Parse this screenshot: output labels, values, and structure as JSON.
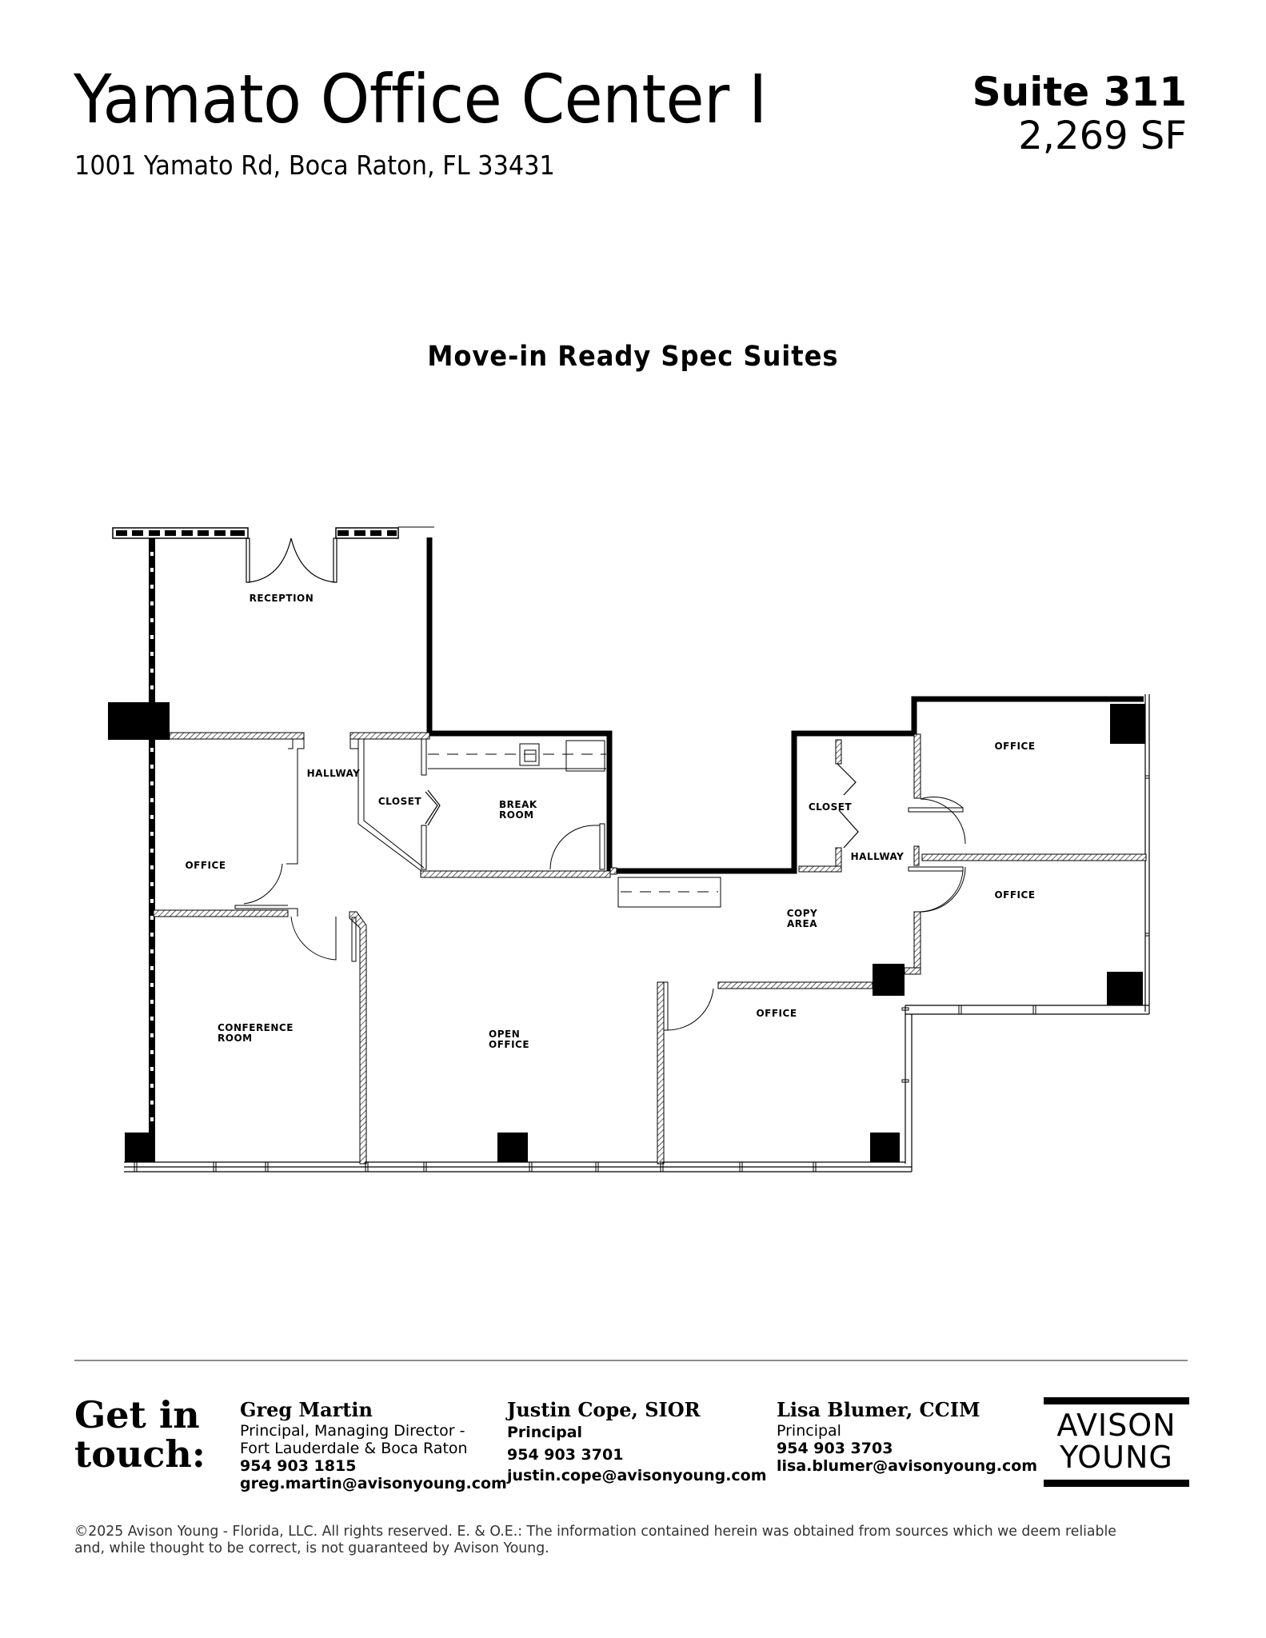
{
  "header": {
    "title": "Yamato Office Center I",
    "address": "1001 Yamato Rd, Boca Raton, FL 33431",
    "suite": "Suite 311",
    "area": "2,269 SF"
  },
  "headline": "Move-in Ready Spec Suites",
  "floor_plan": {
    "rooms": [
      {
        "label": "RECEPTION"
      },
      {
        "label": "HALLWAY"
      },
      {
        "label": "CLOSET"
      },
      {
        "label": "BREAK",
        "label2": "ROOM"
      },
      {
        "label": "OFFICE"
      },
      {
        "label": "CONFERENCE",
        "label2": "ROOM"
      },
      {
        "label": "OPEN",
        "label2": "OFFICE"
      },
      {
        "label": "CLOSET"
      },
      {
        "label": "HALLWAY"
      },
      {
        "label": "OFFICE"
      },
      {
        "label": "OFFICE"
      },
      {
        "label": "COPY",
        "label2": "AREA"
      },
      {
        "label": "OFFICE"
      }
    ]
  },
  "footer": {
    "get_in_touch_1": "Get in",
    "get_in_touch_2": "touch:",
    "contacts": [
      {
        "name": "Greg Martin",
        "title_1": "Principal, Managing Director -",
        "title_2": "Fort Lauderdale & Boca Raton",
        "phone": "954 903 1815",
        "email": "greg.martin@avisonyoung.com"
      },
      {
        "name": "Justin Cope, SIOR",
        "title_1": "Principal",
        "phone": "954 903 3701",
        "email": "justin.cope@avisonyoung.com"
      },
      {
        "name": "Lisa Blumer, CCIM",
        "title_1": "Principal",
        "phone": "954 903 3703",
        "email": "lisa.blumer@avisonyoung.com"
      }
    ],
    "logo_line_1": "AVISON",
    "logo_line_2": "YOUNG",
    "legal": "©2025 Avison Young - Florida, LLC. All rights reserved.  E. & O.E.: The information contained herein was obtained from sources which we deem reliable and, while thought to be correct, is not guaranteed by Avison Young."
  }
}
